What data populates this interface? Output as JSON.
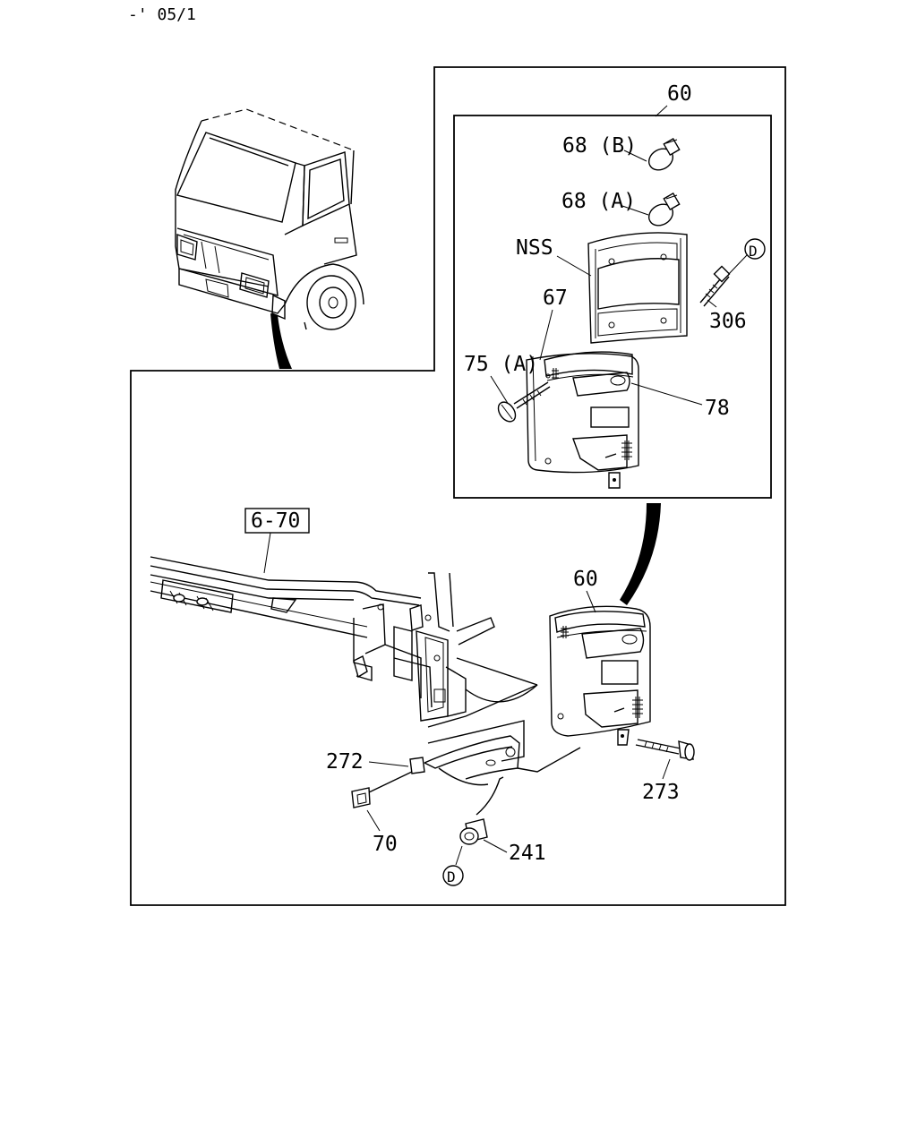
{
  "header": {
    "code": "-' 05/1"
  },
  "labels": {
    "lamp_assembly_top": "60",
    "bulb_b": "68 (B)",
    "bulb_a": "68 (A)",
    "nss": "NSS",
    "ref_d_top": "D",
    "screw_306": "306",
    "lens_67": "67",
    "screw_75a": "75 (A)",
    "housing_78": "78",
    "ref_6_70": "6-70",
    "lamp_assembly_lower": "60",
    "bracket_272": "272",
    "bolt_273": "273",
    "clip_70": "70",
    "grommet_241": "241",
    "ref_d_bottom": "D"
  }
}
